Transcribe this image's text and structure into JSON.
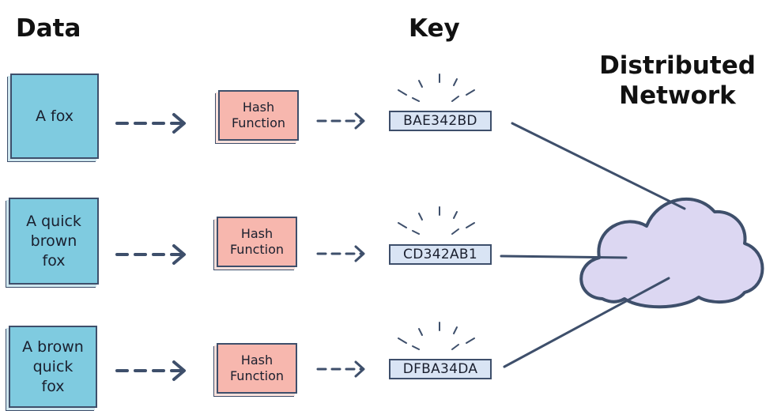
{
  "headings": {
    "data": "Data",
    "key": "Key",
    "network_line1": "Distributed",
    "network_line2": "Network"
  },
  "rows": [
    {
      "data_lines": [
        "A fox"
      ],
      "hash_lines": [
        "Hash",
        "Function"
      ],
      "key": "BAE342BD"
    },
    {
      "data_lines": [
        "A quick",
        "brown",
        "fox"
      ],
      "hash_lines": [
        "Hash",
        "Function"
      ],
      "key": "CD342AB1"
    },
    {
      "data_lines": [
        "A brown",
        "quick",
        "fox"
      ],
      "hash_lines": [
        "Hash",
        "Function"
      ],
      "key": "DFBA34DA"
    }
  ],
  "colors": {
    "data_fill": "#7fcbe0",
    "hash_fill": "#f7b7ae",
    "key_fill": "#d9e4f4",
    "cloud_fill": "#dcd7f2",
    "stroke": "#3e4f6b"
  }
}
